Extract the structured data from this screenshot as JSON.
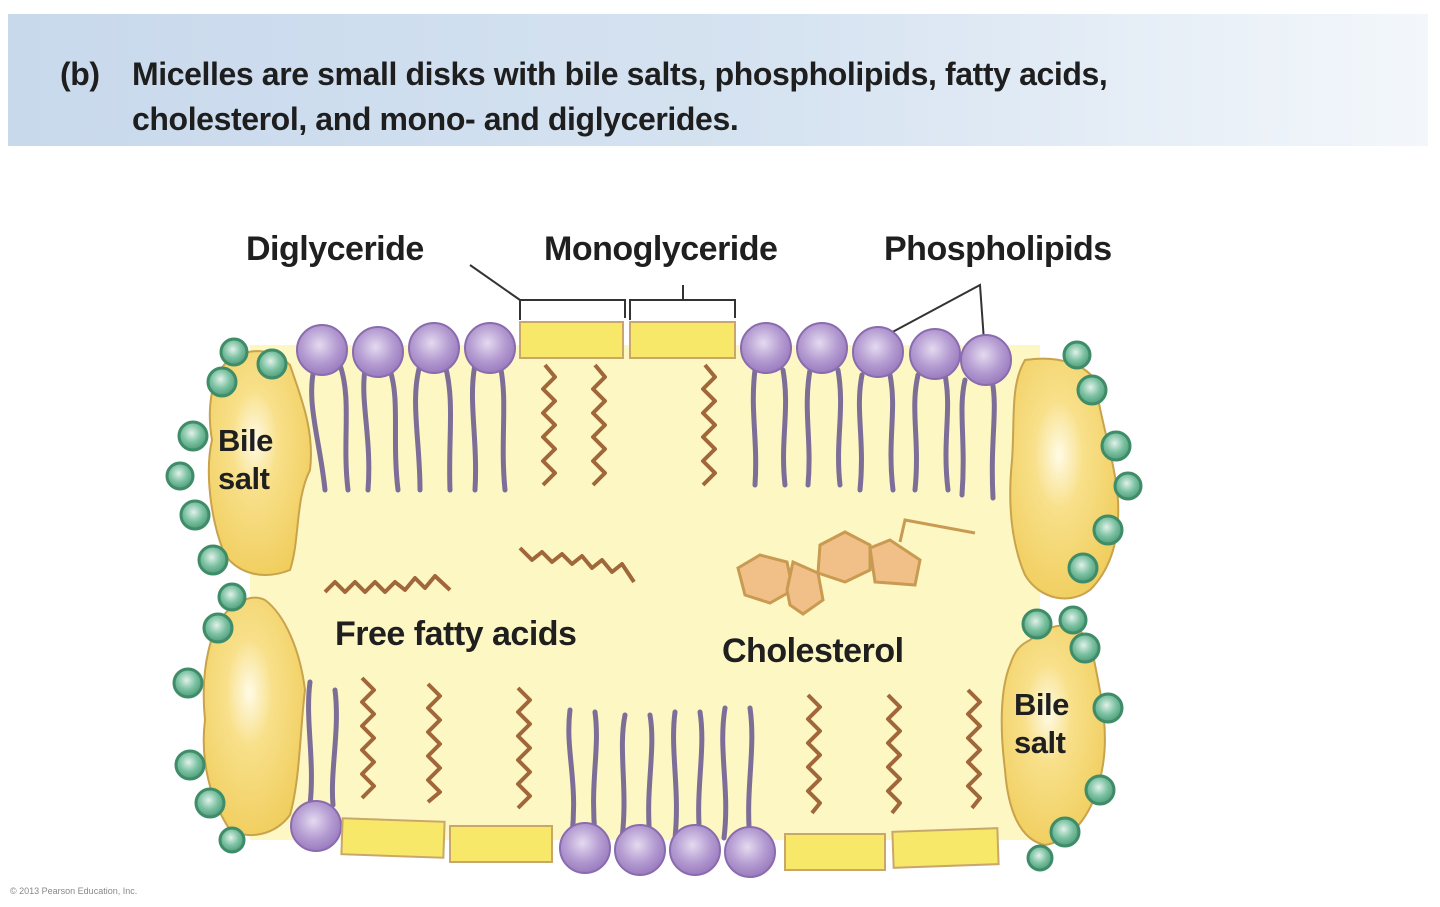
{
  "header": {
    "part_tag": "(b)",
    "line1": "Micelles are small disks with bile salts, phospholipids, fatty acids,",
    "line2": "cholesterol, and mono- and diglycerides."
  },
  "labels": {
    "diglyceride": "Diglyceride",
    "monoglyceride": "Monoglyceride",
    "phospholipids": "Phospholipids",
    "bile_salt_left_1": "Bile",
    "bile_salt_left_2": "salt",
    "bile_salt_right_1": "Bile",
    "bile_salt_right_2": "salt",
    "free_fatty_acids": "Free fatty acids",
    "cholesterol": "Cholesterol"
  },
  "footer": {
    "copyright": "© 2013 Pearson Education, Inc."
  },
  "colors": {
    "banner": "#cfdeee",
    "micelle_core": "#fdf7c4",
    "phospholipid_head": "#a98ac7",
    "phospholipid_tail": "#7d6e98",
    "glyceride_block": "#f8e86a",
    "fatty_acid": "#a0673a",
    "bile_salt_body": "#f4d36a",
    "bile_salt_bead": "#5fae8c",
    "cholesterol_ring": "#f1c088"
  }
}
